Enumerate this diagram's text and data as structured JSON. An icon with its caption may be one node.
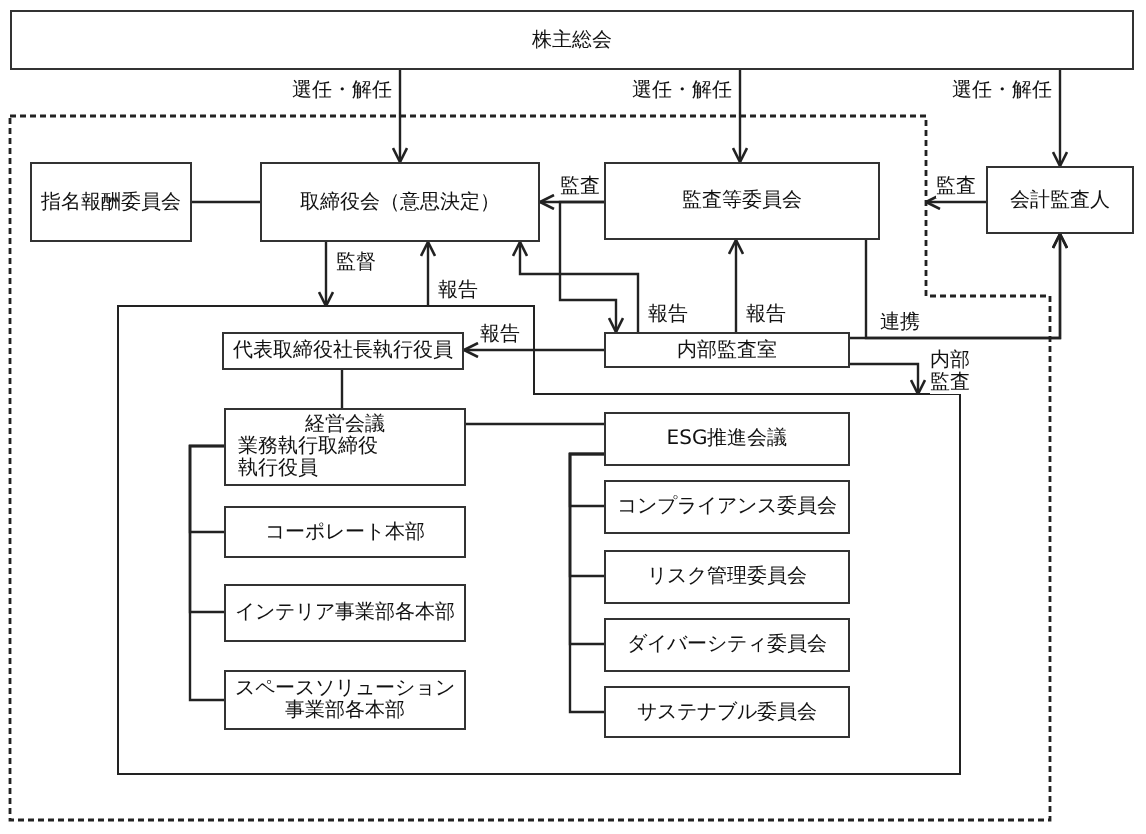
{
  "diagram": {
    "nodes": [
      {
        "text": [
          "株主総会"
        ]
      },
      {
        "text": [],
        "shape": "box"
      },
      {
        "text": [
          "指名報酬委員会"
        ],
        "in": 1
      },
      {
        "text": [
          "取締役会（意思決定）"
        ],
        "in": 1
      },
      {
        "text": [
          "監査等委員会"
        ],
        "in": 1
      },
      {
        "text": [
          "会計監査人"
        ]
      },
      {
        "text": [],
        "shape": "box",
        "in": 1
      },
      {
        "text": [
          "内部監査室"
        ],
        "in": 1
      },
      {
        "text": [
          "代表取締役社長執行役員"
        ],
        "in": 6
      },
      {
        "text": [
          "経営会議",
          "業務執行取締役",
          "執行役員"
        ],
        "in": 6
      },
      {
        "text": [
          "ESG推進会議"
        ],
        "in": 6
      },
      {
        "text": [
          "コーポレート本部"
        ],
        "in": 6
      },
      {
        "text": [
          "コンプライアンス委員会"
        ],
        "in": 6
      },
      {
        "text": [
          "インテリア事業部各本部"
        ],
        "in": 6
      },
      {
        "text": [
          "リスク管理委員会"
        ],
        "in": 6
      },
      {
        "text": [
          "スペースソリューション事業部各本部"
        ],
        "in": 6
      },
      {
        "text": [
          "ダイバーシティ委員会"
        ],
        "in": 6
      },
      {
        "text": [
          "サステナブル委員会"
        ],
        "in": 6
      }
    ],
    "edges": [
      {
        "from": 0,
        "to": 3,
        "arrow": "to",
        "label": "選任・解任"
      },
      {
        "from": 0,
        "to": 4,
        "arrow": "to",
        "label": "選任・解任"
      },
      {
        "from": 0,
        "to": 5,
        "arrow": "to",
        "label": "選任・解任"
      },
      {
        "from": 2,
        "to": 3,
        "arrow": "none"
      },
      {
        "from": 4,
        "to": 3,
        "arrow": "to",
        "label": "監査"
      },
      {
        "from": 5,
        "to": 1,
        "arrow": "to",
        "label": "監査"
      },
      {
        "from": 3,
        "to": 6,
        "arrow": "to",
        "label": "監督"
      },
      {
        "from": 6,
        "to": 3,
        "arrow": "to",
        "label": "報告"
      },
      {
        "from": 4,
        "to": 7,
        "arrow": "to"
      },
      {
        "from": 7,
        "to": 3,
        "arrow": "to",
        "label": "報告"
      },
      {
        "from": 7,
        "to": 4,
        "arrow": "to",
        "label": "報告"
      },
      {
        "from": 7,
        "to": 8,
        "arrow": "to",
        "label": "報告"
      },
      {
        "from": 4,
        "to": 5,
        "arrow": "to"
      },
      {
        "from": 7,
        "to": 5,
        "arrow": "to",
        "label": "連携"
      },
      {
        "from": 7,
        "to": 6,
        "arrow": "to",
        "label": "内部監査"
      },
      {
        "from": 8,
        "to": 9,
        "arrow": "none"
      },
      {
        "from": 9,
        "to": 11,
        "arrow": "none"
      },
      {
        "from": 9,
        "to": 13,
        "arrow": "none"
      },
      {
        "from": 9,
        "to": 15,
        "arrow": "none"
      },
      {
        "from": 9,
        "to": 10,
        "arrow": "none"
      },
      {
        "from": 10,
        "to": 12,
        "arrow": "none"
      },
      {
        "from": 10,
        "to": 14,
        "arrow": "none"
      },
      {
        "from": 10,
        "to": 16,
        "arrow": "none"
      },
      {
        "from": 10,
        "to": 17,
        "arrow": "none"
      }
    ]
  }
}
